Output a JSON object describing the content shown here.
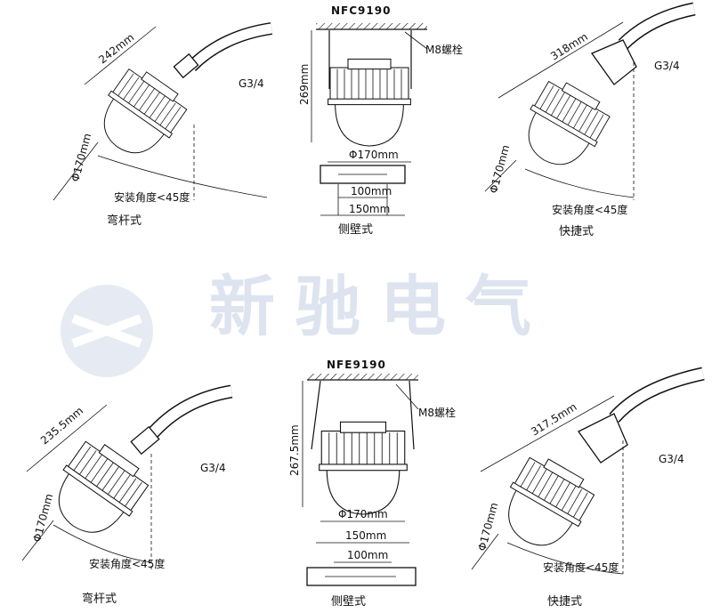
{
  "watermark": {
    "brand_text": "新驰电气",
    "logo_text": "XC",
    "color": "#dde4ef"
  },
  "top_row": {
    "left": {
      "length": "242mm",
      "thread": "G3/4",
      "diameter": "Φ170mm",
      "angle": "安装角度<45度",
      "caption": "弯杆式"
    },
    "center": {
      "model": "NFC9190",
      "bolt": "M8螺栓",
      "height": "269mm",
      "diameter": "Φ170mm",
      "inner_width": "100mm",
      "outer_width": "150mm",
      "caption": "侧壁式"
    },
    "right": {
      "length": "318mm",
      "thread": "G3/4",
      "diameter": "Φ170mm",
      "angle": "安装角度<45度",
      "caption": "快捷式"
    }
  },
  "bottom_row": {
    "left": {
      "length": "235.5mm",
      "thread": "G3/4",
      "diameter": "Φ170mm",
      "angle": "安装角度<45度",
      "caption": "弯杆式"
    },
    "center": {
      "model": "NFE9190",
      "bolt": "M8螺栓",
      "height": "267.5mm",
      "diameter": "Φ170mm",
      "outer_width": "150mm",
      "inner_width": "100mm",
      "caption": "侧壁式"
    },
    "right": {
      "length": "317.5mm",
      "thread": "G3/4",
      "diameter": "Φ170mm",
      "angle": "安装角度<45度",
      "caption": "快捷式"
    }
  }
}
